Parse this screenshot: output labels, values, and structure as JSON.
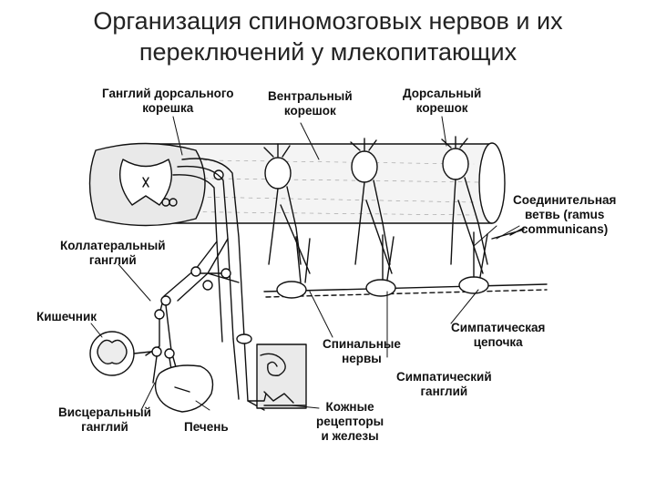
{
  "title": {
    "line1": "Организация спиномозговых нервов и их",
    "line2": "переключений у млекопитающих"
  },
  "labels": {
    "dorsal_root_ganglion": [
      "Ганглий дорсального",
      "корешка"
    ],
    "ventral_root": [
      "Вентральный",
      "корешок"
    ],
    "dorsal_root": [
      "Дорсальный",
      "корешок"
    ],
    "ramus_communicans": [
      "Соединительная",
      "ветвь (ramus",
      "communicans)"
    ],
    "collateral_ganglion": [
      "Коллатеральный",
      "ганглий"
    ],
    "intestine": [
      "Кишечник"
    ],
    "sympathetic_chain": [
      "Симпатическая",
      "цепочка"
    ],
    "spinal_nerves": [
      "Спинальные",
      "нервы"
    ],
    "sympathetic_ganglion": [
      "Симпатический",
      "ганглий"
    ],
    "visceral_ganglion": [
      "Висцеральный",
      "ганглий"
    ],
    "liver": [
      "Печень"
    ],
    "skin_receptors": [
      "Кожные",
      "рецепторы",
      "и железы"
    ]
  },
  "colors": {
    "line": "#111111",
    "fill": "#ffffff",
    "text": "#111111",
    "title": "#222222"
  }
}
